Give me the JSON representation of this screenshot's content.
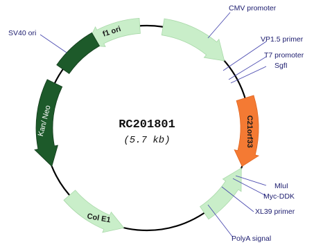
{
  "plasmid": {
    "name": "RC201801",
    "size": "(5.7 kb)"
  },
  "features": [
    {
      "id": "f1-ori",
      "label": "f1 ori",
      "color": "#c9eec9",
      "text_color": "#1a1a1a"
    },
    {
      "id": "cmv-promoter",
      "label": "",
      "color": "#c9eec9"
    },
    {
      "id": "c21orf33",
      "label": "C21orf33",
      "color": "#f47a33",
      "text_color": "#1a1a1a"
    },
    {
      "id": "xl39",
      "label": "",
      "color": "#c9eec9"
    },
    {
      "id": "col-e1",
      "label": "Col E1",
      "color": "#c9eec9",
      "text_color": "#1a1a1a"
    },
    {
      "id": "kan-neo",
      "label": "Kan/ Neo",
      "color": "#1d5a2a",
      "text_color": "#ffffff"
    },
    {
      "id": "sv40-ori",
      "label": "",
      "color": "#1d5a2a"
    }
  ],
  "annotations": {
    "sv40_ori": "SV40 ori",
    "cmv_promoter": "CMV promoter",
    "vp15_primer": "VP1.5 primer",
    "t7_promoter": "T7 promoter",
    "sgfi": "SgfI",
    "mlui": "MluI",
    "myc_ddk": "Myc-DDK",
    "xl39_primer": "XL39 primer",
    "polya_signal": "PolyA signal"
  },
  "colors": {
    "backbone": "#000000",
    "leader": "#4b4bb0",
    "light_green": "#c9eec9",
    "dark_green": "#1d5a2a",
    "orange": "#f47a33"
  }
}
